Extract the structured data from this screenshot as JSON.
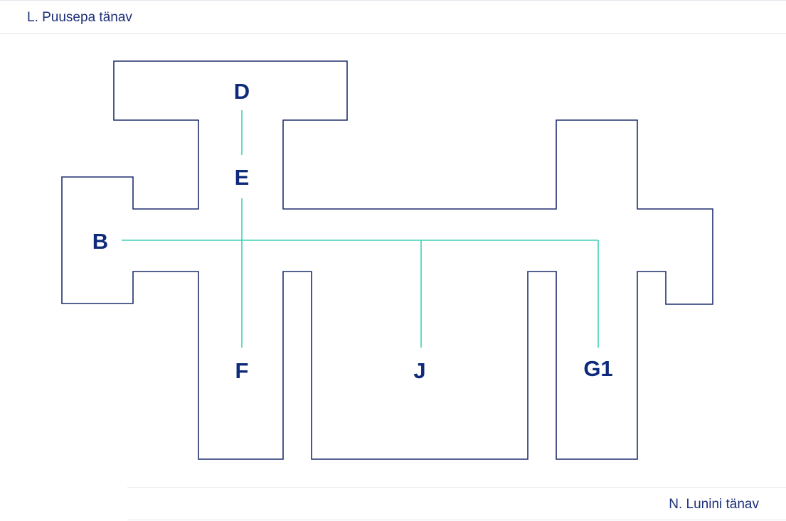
{
  "streets": {
    "top": "L. Puusepa tänav",
    "bottom": "N. Lunini tänav"
  },
  "buildings": {
    "D": "D",
    "E": "E",
    "B": "B",
    "F": "F",
    "J": "J",
    "G1": "G1"
  },
  "colors": {
    "outline": "#1f2f6e",
    "corridor": "#3fd1b6",
    "label": "#0f2a7a",
    "street_text": "#1c2f78"
  }
}
